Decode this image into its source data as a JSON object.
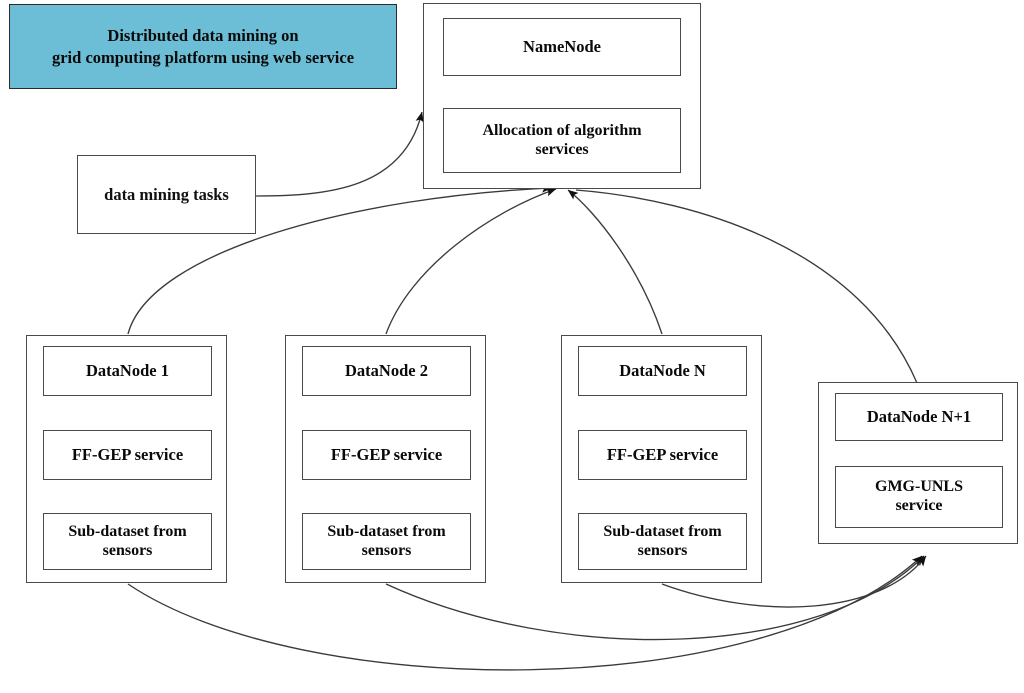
{
  "title": {
    "line1": "Distributed data mining on",
    "line2": "grid computing platform using web service",
    "fill_color": "#6CBED6",
    "border_color": "#2b2b2b"
  },
  "tasks": {
    "label": "data mining tasks"
  },
  "namenode": {
    "title": "NameNode",
    "allocation_line1": "Allocation of algorithm",
    "allocation_line2": "services"
  },
  "datanodes": [
    {
      "title": "DataNode 1",
      "service": "FF-GEP service",
      "data_line1": "Sub-dataset from",
      "data_line2": "sensors"
    },
    {
      "title": "DataNode 2",
      "service": "FF-GEP service",
      "data_line1": "Sub-dataset from",
      "data_line2": "sensors"
    },
    {
      "title": "DataNode N",
      "service": "FF-GEP service",
      "data_line1": "Sub-dataset from",
      "data_line2": "sensors"
    }
  ],
  "datanode_np1": {
    "title": "DataNode N+1",
    "service_line1": "GMG-UNLS",
    "service_line2": "service"
  },
  "style": {
    "edge_color": "#3a3a3a",
    "text_color": "#0a0a0a",
    "background": "#ffffff"
  }
}
